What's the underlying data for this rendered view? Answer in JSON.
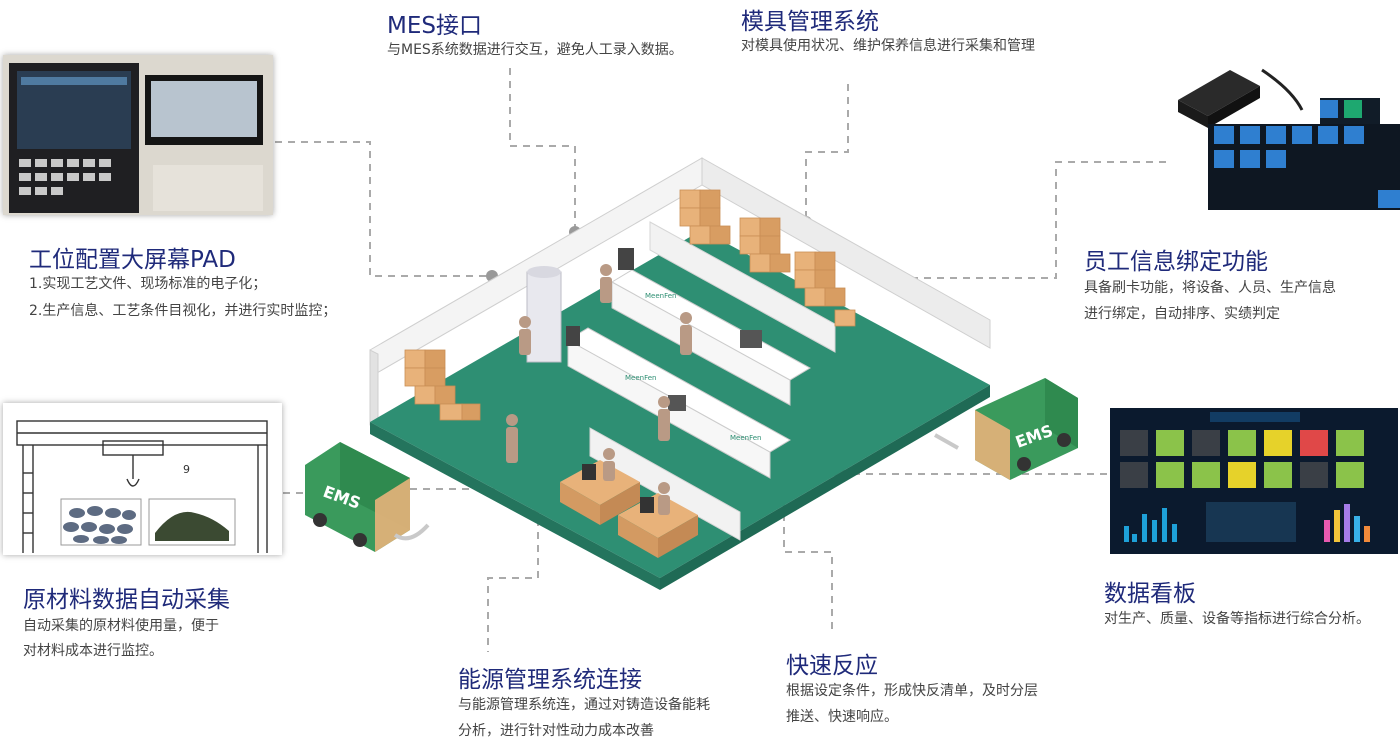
{
  "mes": {
    "title": "MES接口",
    "desc": "与MES系统数据进行交互，避免人工录入数据。"
  },
  "mold": {
    "title": "模具管理系统",
    "desc": "对模具使用状况、维护保养信息进行采集和管理"
  },
  "pad": {
    "title": "工位配置大屏幕PAD",
    "lines": [
      "1.实现工艺文件、现场标准的电子化；",
      "2.生产信息、工艺条件目视化，并进行实时监控；"
    ]
  },
  "staff": {
    "title": "员工信息绑定功能",
    "lines": [
      "具备刷卡功能，将设备、人员、生产信息",
      "进行绑定，自动排序、实绩判定"
    ]
  },
  "material": {
    "title": "原材料数据自动采集",
    "lines": [
      "自动采集的原材料使用量，便于",
      "对材料成本进行监控。"
    ]
  },
  "board": {
    "title": "数据看板",
    "desc": "对生产、质量、设备等指标进行综合分析。"
  },
  "energy": {
    "title": "能源管理系统连接",
    "lines": [
      "与能源管理系统连，通过对铸造设备能耗",
      "分析，进行针对性动力成本改善"
    ]
  },
  "quick": {
    "title": "快速反应",
    "lines": [
      "根据设定条件，形成快反清单，及时分层",
      "推送、快速响应。"
    ]
  },
  "truck_label": "EMS",
  "machine_label": "MeenFen",
  "colors": {
    "title": "#1f2a7a",
    "floor": "#2e8f73",
    "truck": "#3a9a5c",
    "box": "#e8b27a",
    "dashed": "#aaaaaa"
  }
}
